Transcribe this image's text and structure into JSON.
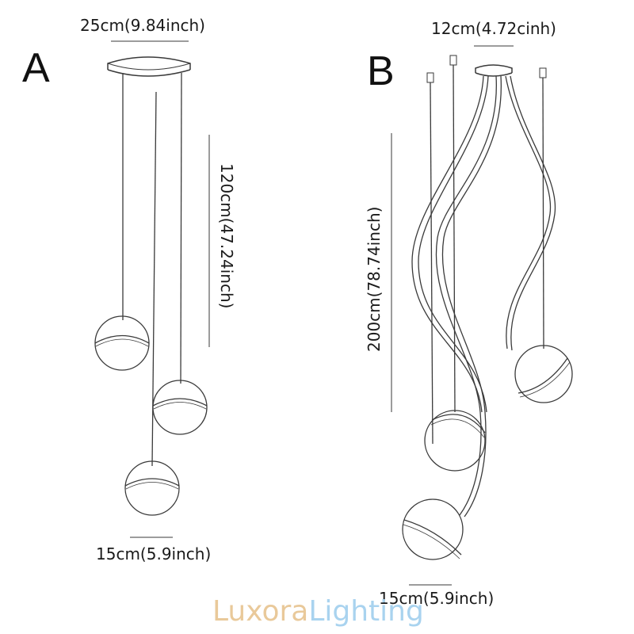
{
  "variant_a": {
    "letter": "A",
    "canopy_width": "25cm(9.84inch)",
    "cord_length": "120cm(47.24inch)",
    "globe_diameter": "15cm(5.9inch)"
  },
  "variant_b": {
    "letter": "B",
    "canopy_width": "12cm(4.72cinh)",
    "cord_length": "200cm(78.74inch)",
    "globe_diameter": "15cm(5.9inch)"
  },
  "watermark": {
    "part1": "Luxora",
    "part2": "Lighting",
    "color1": "#e9c99a",
    "color2": "#a9d3ef"
  },
  "line_color": "#3a3a3a"
}
